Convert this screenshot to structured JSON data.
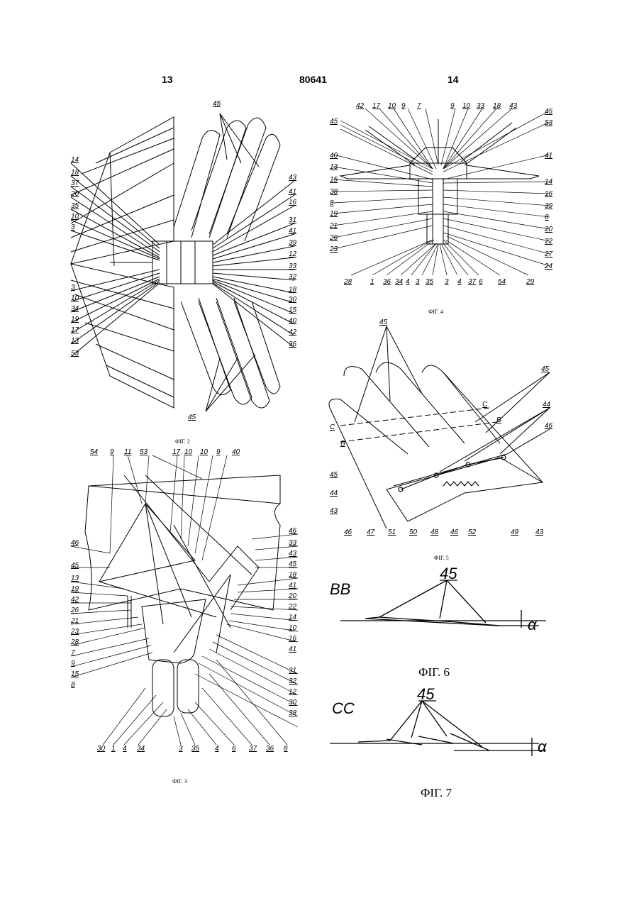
{
  "header": {
    "left": "13",
    "center": "80641",
    "right": "14"
  },
  "figures": {
    "fig2": {
      "caption": "ФІГ. 2",
      "labels_left": [
        "14",
        "18",
        "37",
        "20",
        "35",
        "10",
        "3",
        "3",
        "10",
        "34",
        "19",
        "17",
        "13",
        "53"
      ],
      "labels_right": [
        "43",
        "41",
        "16",
        "31",
        "41",
        "39",
        "12",
        "33",
        "32",
        "18",
        "30",
        "15",
        "40",
        "42",
        "36"
      ],
      "label_top": "45",
      "label_bottom": "45"
    },
    "fig3": {
      "caption": "ФІГ. 3",
      "labels_top": [
        "54",
        "9",
        "11",
        "53",
        "17",
        "10",
        "10",
        "9",
        "40"
      ],
      "labels_left": [
        "46",
        "45",
        "13",
        "19",
        "42",
        "26",
        "21",
        "23",
        "28",
        "7",
        "9",
        "15",
        "8"
      ],
      "labels_right": [
        "46",
        "33",
        "43",
        "45",
        "18",
        "41",
        "20",
        "22",
        "14",
        "10",
        "16",
        "41",
        "31",
        "32",
        "12",
        "30",
        "38"
      ],
      "labels_bottom": [
        "30",
        "1",
        "4",
        "34",
        "3",
        "35",
        "4",
        "6",
        "37",
        "36",
        "8"
      ]
    },
    "fig4": {
      "caption": "ФІГ. 4",
      "labels_top": [
        "42",
        "17",
        "10",
        "9",
        "7",
        "9",
        "10",
        "33",
        "18",
        "43"
      ],
      "labels_left": [
        "45",
        "40",
        "13",
        "15",
        "38",
        "8",
        "19",
        "21",
        "26",
        "23"
      ],
      "labels_right": [
        "45",
        "53",
        "41",
        "14",
        "16",
        "39",
        "8",
        "20",
        "22",
        "27",
        "24"
      ],
      "labels_bottom": [
        "28",
        "1",
        "36",
        "34",
        "4",
        "3",
        "35",
        "3",
        "4",
        "37",
        "6",
        "54",
        "29"
      ]
    },
    "fig5": {
      "caption": "ФІГ. 5",
      "labels_top": [
        "45",
        "45",
        "44",
        "46"
      ],
      "labels_section": [
        "C",
        "C",
        "B",
        "B"
      ],
      "labels_left": [
        "45",
        "44",
        "43"
      ],
      "labels_bottom": [
        "46",
        "47",
        "51",
        "50",
        "48",
        "46",
        "52",
        "49",
        "43"
      ]
    },
    "fig6": {
      "caption": "ФІГ. 6",
      "section": "BB",
      "label": "45",
      "angle": "α"
    },
    "fig7": {
      "caption": "ФІГ. 7",
      "section": "CC",
      "label": "45",
      "angle": "α"
    }
  }
}
